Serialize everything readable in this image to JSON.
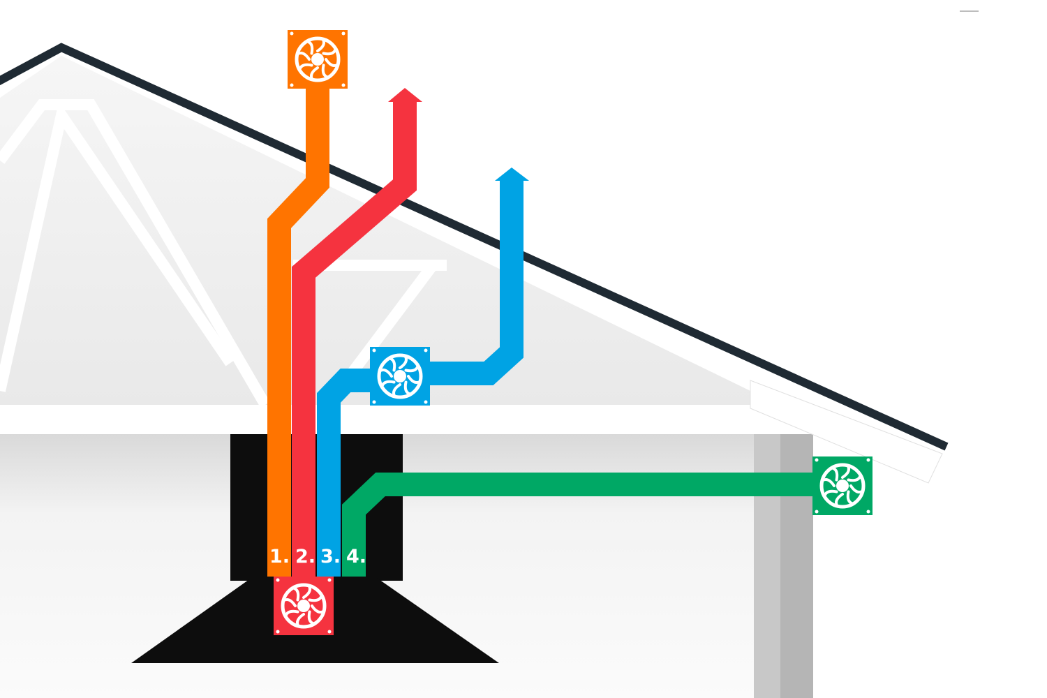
{
  "diagram": {
    "duct_labels": [
      "1.",
      "2.",
      "3.",
      "4."
    ],
    "colors": {
      "duct_1": "#ff7400",
      "duct_2": "#f5333f",
      "duct_3": "#00a3e4",
      "duct_4": "#00a865",
      "roof": "#1f2a33",
      "chimney": "#0d0d0d"
    },
    "icons": [
      "fan-icon",
      "arrow-up-icon"
    ]
  }
}
